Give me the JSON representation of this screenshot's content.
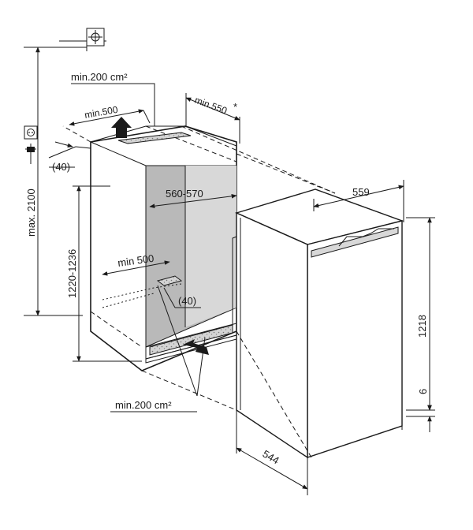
{
  "labels": {
    "top_vent": "min.200 cm²",
    "top_depth": "min.500",
    "side_depth": "min.550",
    "asterisk": "*",
    "left_gap": "(40)",
    "max_height": "max. 2100",
    "niche_width": "560-570",
    "niche_height": "1220-1236",
    "bottom_depth": "min 500",
    "bottom_gap": "(40)",
    "bottom_vent": "min.200 cm²",
    "unit_width": "559",
    "unit_height": "1218",
    "foot_height": "6",
    "unit_depth": "544"
  },
  "colors": {
    "line": "#1a1a1a",
    "niche_interior": "#b9b9b9",
    "niche_light": "#d8d8d8",
    "unit_panel": "#ffffff",
    "vent": "#c8c8c8"
  },
  "icons": [
    "crosshair-icon",
    "socket-icon",
    "plug-icon",
    "arrow-up-icon",
    "arrow-in-icon"
  ]
}
